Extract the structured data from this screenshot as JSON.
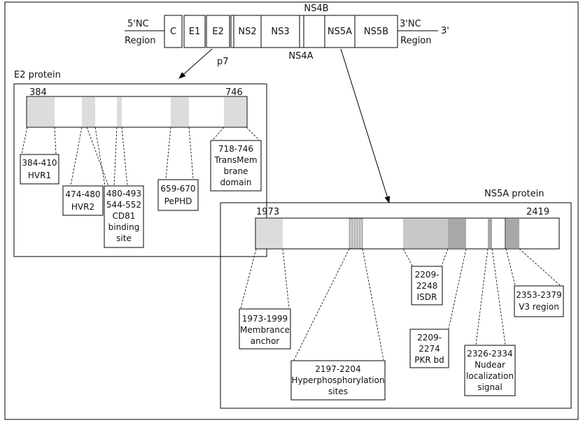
{
  "genome": {
    "five_nc": "5'NC",
    "five_region": "Region",
    "three_nc": "3'NC",
    "three_region": "Region",
    "three_prime": "3'",
    "segments": [
      "C",
      "E1",
      "E2",
      "NS2",
      "NS3",
      "NS5A",
      "NS5B"
    ],
    "ns4b": "NS4B",
    "ns4a": "NS4A",
    "p7": "p7"
  },
  "e2": {
    "title": "E2 protein",
    "start": "384",
    "end": "746",
    "labels": {
      "hvr1": [
        "384-410",
        "HVR1"
      ],
      "hvr2": [
        "474-480",
        "HVR2"
      ],
      "cd81": [
        "480-493",
        "544-552",
        "CD81",
        "binding",
        "site"
      ],
      "pephd": [
        "659-670",
        "PePHD"
      ],
      "tm": [
        "718-746",
        "TransMem",
        "brane",
        "domain"
      ]
    }
  },
  "ns5a": {
    "title": "NS5A protein",
    "start": "1973",
    "end": "2419",
    "labels": {
      "anchor": [
        "1973-1999",
        "Membrance",
        "anchor"
      ],
      "hyper": [
        "2197-2204",
        "Hyperphosphorylation",
        "sites"
      ],
      "isdr": [
        "2209-",
        "2248",
        "ISDR"
      ],
      "pkr": [
        "2209-",
        "2274",
        "PKR bd"
      ],
      "nls": [
        "2326-2334",
        "Nudear",
        "localization",
        "signal"
      ],
      "v3": [
        "2353-2379",
        "V3 region"
      ]
    }
  },
  "colors": {
    "light_gray": "#dcdcdc",
    "mid_gray": "#c8c8c8",
    "dark_gray": "#a8a8a8"
  }
}
